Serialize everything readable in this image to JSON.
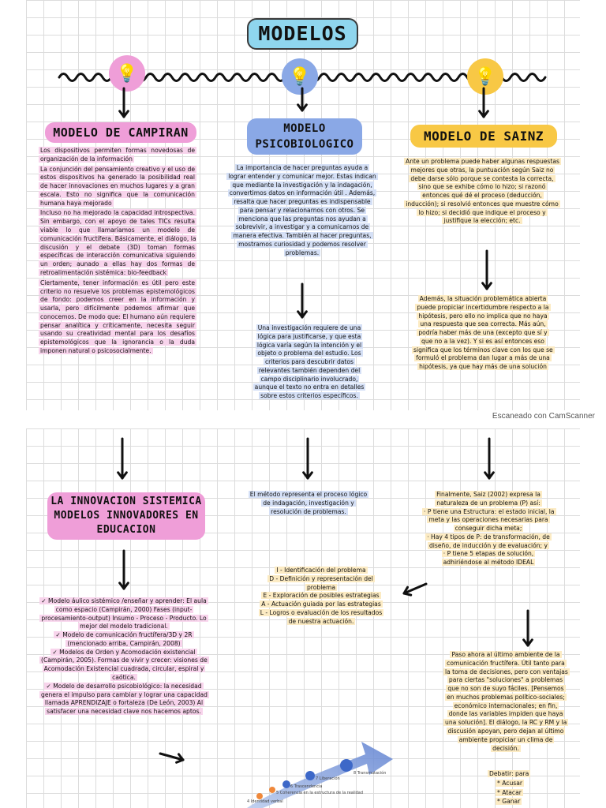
{
  "title": "MODELOS",
  "scan_label": "Escaneado con CamScanner",
  "colors": {
    "pink": "#ef9ed8",
    "blue": "#8aa8e6",
    "yellow": "#f8c845",
    "cyan": "#8fd6ee"
  },
  "icons": {
    "bulb": "light-bulb-icon",
    "arrow": "down-arrow-icon"
  },
  "left": {
    "heading": "MODELO DE CAMPIRAN",
    "paragraphs": [
      "Los dispositivos permiten formas novedosas de organización de la información",
      "La conjunción del pensamiento creativo y el uso de estos dispositivos ha generado la posibilidad real de hacer innovaciones en muchos lugares y a gran escala. Esto no significa que la comunicación humana haya mejorado",
      "Incluso no ha mejorado la capacidad introspectiva. Sin embargo, con el apoyo de tales TICs resulta viable lo que llamaríamos un modelo de comunicación fructífera. Básicamente, el diálogo, la discusión y el debate (3D) toman formas específicas de interacción comunicativa siguiendo un orden; aunado a ellas hay dos formas de retroalimentación sistémica: bio-feedback",
      "Ciertamente, tener información es útil pero este criterio no resuelve los problemas epistemológicos de fondo: podemos creer en la información y usarla, pero difícilmente podemos afirmar que conocemos. De modo que: El humano aún requiere pensar analítica y críticamente, necesita seguir usando su creatividad mental para los desafíos epistemológicos que la ignorancia o la duda imponen natural o psicosocialmente."
    ],
    "heading2": "LA INNOVACION SISTEMICA MODELOS INNOVADORES EN EDUCACION",
    "list": [
      "✓ Modelo áulico sistémico /enseñar y aprender: El aula como espacio (Campirán, 2000) Fases (input-procesamiento-output) Insumo - Proceso - Producto. Lo mejor del modelo tradicional.",
      "✓ Modelo de comunicación fructífera/3D y 2R (mencionado arriba, Campirán, 2008)",
      "✓ Modelos de Orden y Acomodación existencial (Campirán, 2005). Formas de vivir y crecer: visiones de Acomodación Existencial cuadrada, circular, espiral y caótica.",
      "✓ Modelo de desarrollo psicobiológico: la necesidad genera el impulso para cambiar y lograr una capacidad llamada APRENDIZAJE o fortaleza (De León, 2003) Al satisfacer una necesidad clave nos hacemos aptos."
    ]
  },
  "middle": {
    "heading": "MODELO PSICOBIOLOGICO",
    "paragraph1": "La importancia de hacer preguntas ayuda a lograr entender y comunicar mejor. Estas indican que mediante la investigación y la indagación, convertimos datos en información útil . Además, resalta que hacer preguntas es indispensable para pensar y relacionarnos con otros. Se menciona que las preguntas nos ayudan a sobrevivir, a investigar y a comunicarnos de manera efectiva. También al hacer preguntas, mostramos curiosidad y podemos resolver problemas.",
    "paragraph2": "Una investigación requiere de una lógica para justificarse, y que esta lógica varía según la intención y el objeto o problema del estudio. Los criterios para descubrir datos relevantes también dependen del campo disciplinario involucrado, aunque el texto no entra en detalles sobre estos criterios específicos.",
    "paragraph3": "El método representa el proceso lógico de indagación, investigación y resolución de problemas.",
    "ideal": [
      "I - Identificación del problema",
      "D - Definición y representación del problema",
      "E - Exploración de posibles estrategias",
      "A - Actuación guiada por las estrategias",
      "L - Logros o evaluación de los resultados de nuestra actuación."
    ],
    "stairs": [
      "8 Transmutación",
      "7 Liberación",
      "6 Trascendencia",
      "5 Coherencia en la estructura de la realidad",
      "4 Identidad verbal"
    ]
  },
  "right": {
    "heading": "MODELO DE SAINZ",
    "paragraph1": "Ante un problema puede haber algunas respuestas mejores que otras, la puntuación según Saiz no debe darse sólo porque se contesta la correcta, sino que se exhibe cómo lo hizo; si razonó entonces qué dé el proceso (deducción, inducción); si resolvió entonces que muestre cómo lo hizo; si decidió que indique el proceso y justifique la elección; etc.",
    "paragraph2": "Además, la situación problemática abierta puede propiciar incertidumbre respecto a la hipótesis, pero ello no implica que no haya una respuesta que sea correcta. Más aún, podría haber más de una (excepto que sí y que no a la vez). Y si es así entonces eso significa que los términos clave con los que se formuló el problema dan lugar a más de una hipótesis, ya que hay más de una solución",
    "paragraph3_intro": "Finalmente, Saiz (2002) expresa la naturaleza de un problema (P) así:",
    "paragraph3_items": [
      "· P tiene una Estructura: el estado inicial, la meta y las operaciones necesarias para conseguir dicha meta;",
      "· Hay 4 tipos de P: de transformación, de diseño, de inducción y de evaluación; y",
      "· P tiene 5 etapas de solución, adhiriéndose al método IDEAL"
    ],
    "paragraph4": "Paso ahora al último ambiente de la comunicación fructífera. Útil tanto para la toma de decisiones, pero con ventajas para ciertas \"soluciones\" a problemas que no son de suyo fáciles. [Pensemos en muchos problemas político-sociales; económico internacionales; en fin, donde las variables impiden que haya una solución]. El diálogo, la RC y RM y la discusión apoyan, pero dejan al último ambiente propiciar un clima de decisión.",
    "debate_label": "Debatir: para",
    "debate_items": [
      "* Acusar",
      "* Atacar",
      "* Ganar"
    ]
  }
}
